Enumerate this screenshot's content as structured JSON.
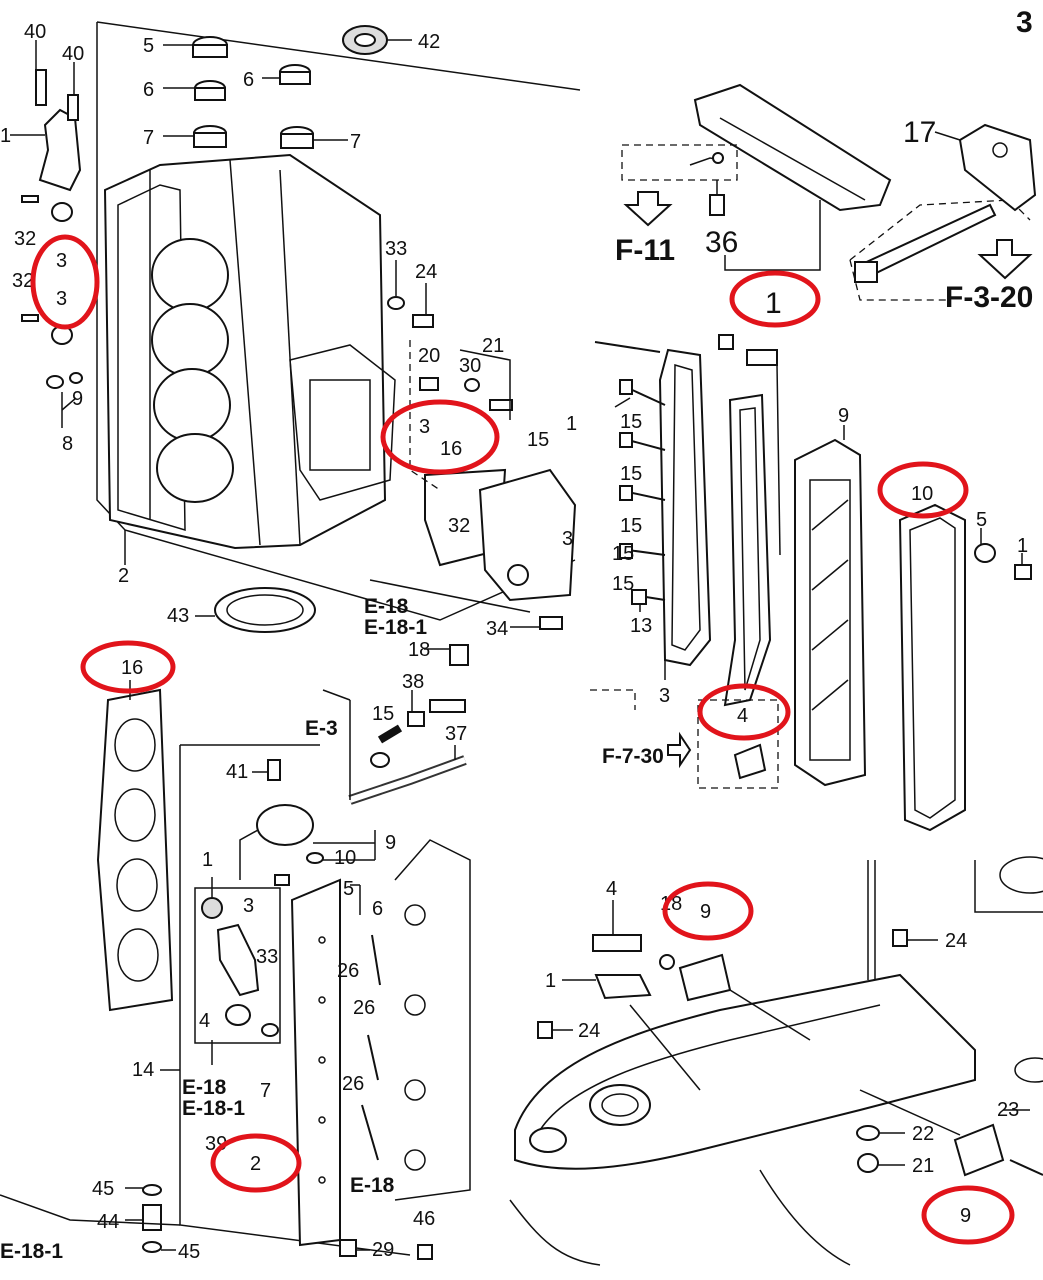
{
  "page_corner": "3",
  "panels": {
    "engine_block": {
      "labels": [
        "40",
        "40",
        "1",
        "32",
        "3",
        "3",
        "32",
        "9",
        "8",
        "5",
        "6",
        "6",
        "7",
        "7",
        "42",
        "2",
        "33",
        "24",
        "20",
        "30",
        "21",
        "3",
        "16",
        "32",
        "15",
        "1",
        "3",
        "34",
        "43"
      ],
      "refs": [
        "E-18",
        "E-18-1"
      ]
    },
    "intake_manifold": {
      "labels": [
        "16",
        "18",
        "38",
        "15",
        "37",
        "41",
        "9",
        "10",
        "5",
        "6",
        "1",
        "3",
        "33",
        "4",
        "14",
        "26",
        "26",
        "26",
        "7",
        "39",
        "2",
        "45",
        "44",
        "45",
        "29",
        "46"
      ],
      "refs": [
        "E-3",
        "E-18",
        "E-18-1",
        "E-18",
        "E-18-1"
      ]
    },
    "cylinder_head_covers": {
      "labels": [
        "17",
        "36",
        "1",
        "15",
        "15",
        "15",
        "15",
        "15",
        "15",
        "13",
        "3",
        "4",
        "9",
        "10",
        "5",
        "1"
      ],
      "refs": [
        "F-11",
        "F-3-20",
        "F-7-30"
      ]
    },
    "lower_case": {
      "labels": [
        "4",
        "18",
        "9",
        "1",
        "24",
        "24",
        "23",
        "22",
        "21",
        "9"
      ]
    }
  },
  "highlight_color": "#e1141b"
}
